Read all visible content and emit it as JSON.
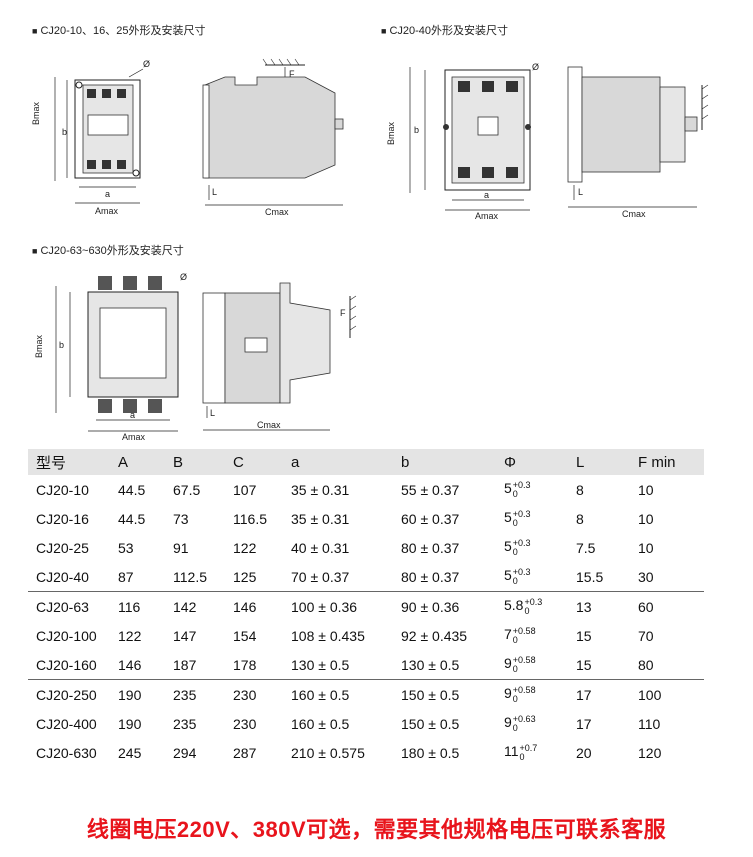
{
  "sections": {
    "small": {
      "title": "CJ20-10、16、25外形及安装尺寸"
    },
    "mid": {
      "title": "CJ20-40外形及安装尺寸"
    },
    "large": {
      "title": "CJ20-63~630外形及安装尺寸"
    }
  },
  "dimension_labels": {
    "bmax": "Bmax",
    "b": "b",
    "a": "a",
    "amax": "Amax",
    "cmax": "Cmax",
    "l": "L",
    "f": "F",
    "phi": "Ø"
  },
  "table": {
    "headers": [
      "型号",
      "A",
      "B",
      "C",
      "a",
      "b",
      "Φ",
      "L",
      "F min"
    ],
    "rows": [
      {
        "model": "CJ20-10",
        "A": "44.5",
        "B": "67.5",
        "C": "107",
        "a": "35 ± 0.31",
        "b": "55 ± 0.37",
        "phi": "5",
        "phi_up": "+0.3",
        "phi_low": "0",
        "L": "8",
        "F": "10",
        "sep": false
      },
      {
        "model": "CJ20-16",
        "A": "44.5",
        "B": "73",
        "C": "116.5",
        "a": "35 ± 0.31",
        "b": "60 ± 0.37",
        "phi": "5",
        "phi_up": "+0.3",
        "phi_low": "0",
        "L": "8",
        "F": "10",
        "sep": false
      },
      {
        "model": "CJ20-25",
        "A": "53",
        "B": "91",
        "C": "122",
        "a": "40 ± 0.31",
        "b": "80 ± 0.37",
        "phi": "5",
        "phi_up": "+0.3",
        "phi_low": "0",
        "L": "7.5",
        "F": "10",
        "sep": false
      },
      {
        "model": "CJ20-40",
        "A": "87",
        "B": "112.5",
        "C": "125",
        "a": "70 ± 0.37",
        "b": "80 ± 0.37",
        "phi": "5",
        "phi_up": "+0.3",
        "phi_low": "0",
        "L": "15.5",
        "F": "30",
        "sep": false
      },
      {
        "model": "CJ20-63",
        "A": "116",
        "B": "142",
        "C": "146",
        "a": "100 ± 0.36",
        "b": "90 ± 0.36",
        "phi": "5.8",
        "phi_up": "+0.3",
        "phi_low": "0",
        "L": "13",
        "F": "60",
        "sep": true
      },
      {
        "model": "CJ20-100",
        "A": "122",
        "B": "147",
        "C": "154",
        "a": "108 ± 0.435",
        "b": "92 ± 0.435",
        "phi": "7",
        "phi_up": "+0.58",
        "phi_low": "0",
        "L": "15",
        "F": "70",
        "sep": false
      },
      {
        "model": "CJ20-160",
        "A": "146",
        "B": "187",
        "C": "178",
        "a": "130 ± 0.5",
        "b": "130 ± 0.5",
        "phi": "9",
        "phi_up": "+0.58",
        "phi_low": "0",
        "L": "15",
        "F": "80",
        "sep": false
      },
      {
        "model": "CJ20-250",
        "A": "190",
        "B": "235",
        "C": "230",
        "a": "160 ± 0.5",
        "b": "150 ± 0.5",
        "phi": "9",
        "phi_up": "+0.58",
        "phi_low": "0",
        "L": "17",
        "F": "100",
        "sep": true
      },
      {
        "model": "CJ20-400",
        "A": "190",
        "B": "235",
        "C": "230",
        "a": "160 ± 0.5",
        "b": "150 ± 0.5",
        "phi": "9",
        "phi_up": "+0.63",
        "phi_low": "0",
        "L": "17",
        "F": "110",
        "sep": false
      },
      {
        "model": "CJ20-630",
        "A": "245",
        "B": "294",
        "C": "287",
        "a": "210 ± 0.575",
        "b": "180 ± 0.5",
        "phi": "11",
        "phi_up": "+0.7",
        "phi_low": "0",
        "L": "20",
        "F": "120",
        "sep": false
      }
    ]
  },
  "footer_note": "线圈电压220V、380V可选，需要其他规格电压可联系客服",
  "colors": {
    "accent_red": "#e8141c",
    "header_bg": "#e4e4e4",
    "body_gray": "#d8d8d8"
  }
}
